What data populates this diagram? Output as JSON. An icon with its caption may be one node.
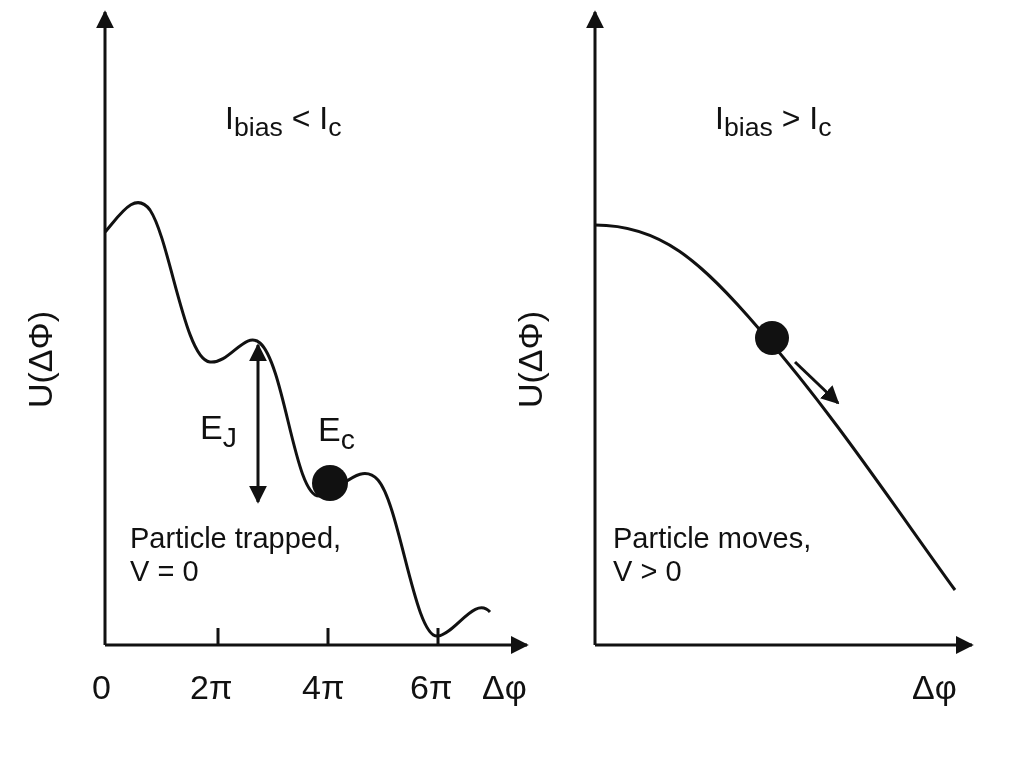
{
  "diagram": {
    "labels": [
      "I$_{bias}$ < I$_{c}$",
      "U(ΔΦ)",
      "E$_{J}$",
      "E$_{c}$",
      "Particle trapped, V = 0",
      "0",
      "2π",
      "4π",
      "6π",
      "Δφ",
      "I$_{bias}$ > I$_{c}$",
      "U(ΔΦ)",
      "Particle moves, V > 0",
      "Δφ"
    ]
  }
}
